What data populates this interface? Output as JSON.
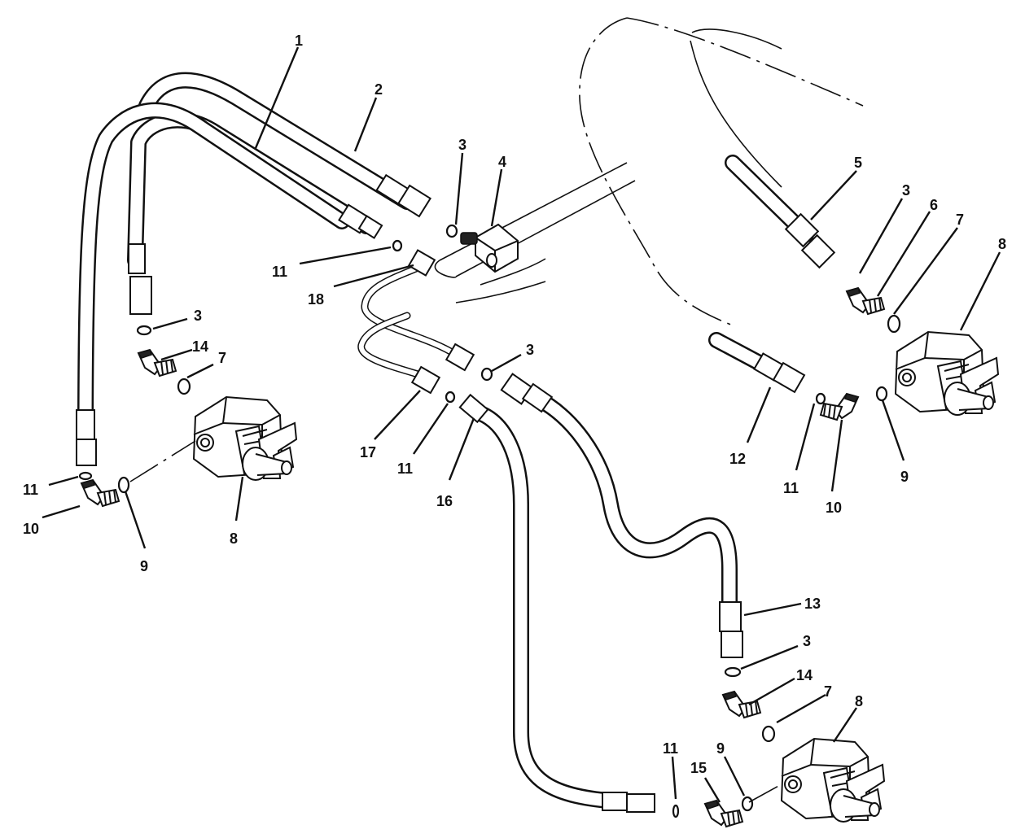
{
  "callouts": [
    {
      "id": "c1",
      "label": "1"
    },
    {
      "id": "c2",
      "label": "2"
    },
    {
      "id": "c3a",
      "label": "3"
    },
    {
      "id": "c4",
      "label": "4"
    },
    {
      "id": "c5",
      "label": "5"
    },
    {
      "id": "c3b",
      "label": "3"
    },
    {
      "id": "c6",
      "label": "6"
    },
    {
      "id": "c7a",
      "label": "7"
    },
    {
      "id": "c8a",
      "label": "8"
    },
    {
      "id": "c11a",
      "label": "11"
    },
    {
      "id": "c18",
      "label": "18"
    },
    {
      "id": "c3c",
      "label": "3"
    },
    {
      "id": "c14a",
      "label": "14"
    },
    {
      "id": "c7b",
      "label": "7"
    },
    {
      "id": "c3d",
      "label": "3"
    },
    {
      "id": "c17",
      "label": "17"
    },
    {
      "id": "c11b",
      "label": "11"
    },
    {
      "id": "c16",
      "label": "16"
    },
    {
      "id": "c12",
      "label": "12"
    },
    {
      "id": "c11c",
      "label": "11"
    },
    {
      "id": "c10a",
      "label": "10"
    },
    {
      "id": "c9a",
      "label": "9"
    },
    {
      "id": "c11d",
      "label": "11"
    },
    {
      "id": "c10b",
      "label": "10"
    },
    {
      "id": "c9b",
      "label": "9"
    },
    {
      "id": "c8b",
      "label": "8"
    },
    {
      "id": "c13",
      "label": "13"
    },
    {
      "id": "c3e",
      "label": "3"
    },
    {
      "id": "c14b",
      "label": "14"
    },
    {
      "id": "c7c",
      "label": "7"
    },
    {
      "id": "c8c",
      "label": "8"
    },
    {
      "id": "c11e",
      "label": "11"
    },
    {
      "id": "c9c",
      "label": "9"
    },
    {
      "id": "c15",
      "label": "15"
    }
  ]
}
